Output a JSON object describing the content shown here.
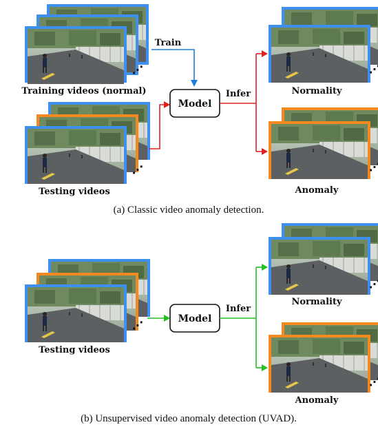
{
  "colors": {
    "normal_frame": "#3d8ff0",
    "anomaly_frame": "#f5881f",
    "train_arrow": "#1e7be0",
    "infer_arrow_a": "#e02020",
    "infer_arrow_b": "#22c022",
    "model_border": "#111111"
  },
  "panel_a": {
    "train_label": "Train",
    "infer_label": "Infer",
    "model_label": "Model",
    "training_label": "Training videos (normal)",
    "testing_label": "Testing videos",
    "normality_label": "Normality",
    "anomaly_label": "Anomaly",
    "caption": "(a) Classic video anomaly detection."
  },
  "panel_b": {
    "infer_label": "Infer",
    "model_label": "Model",
    "testing_label": "Testing videos",
    "normality_label": "Normality",
    "anomaly_label": "Anomaly",
    "caption": "(b) Unsupervised video anomaly detection (UVAD)."
  },
  "ellipsis": "⋰"
}
